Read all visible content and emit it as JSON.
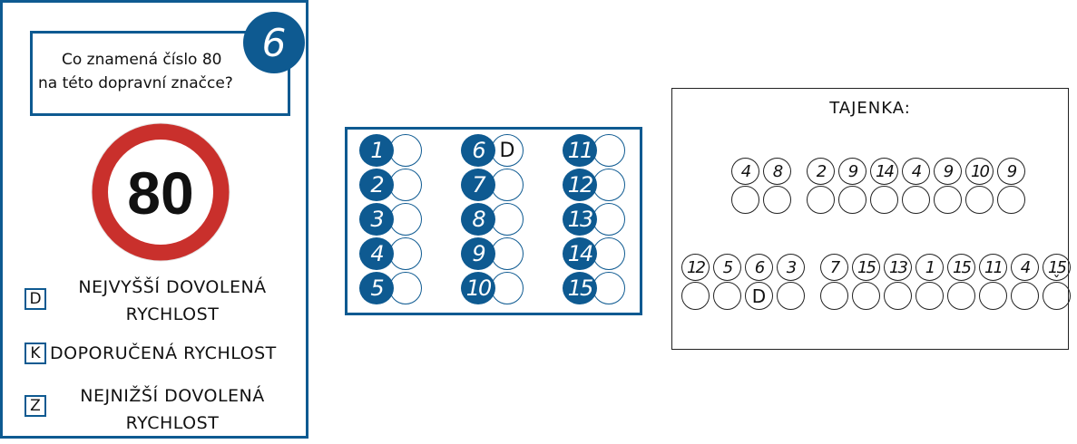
{
  "question": {
    "number": "6",
    "line1": "Co znamená číslo 80",
    "line2": "na této dopravní značce?"
  },
  "sign": {
    "value": "80",
    "ring_color": "#c9302c"
  },
  "options": [
    {
      "letter": "D",
      "text": "NEJVYŠŠÍ DOVOLENÁ RYCHLOST"
    },
    {
      "letter": "K",
      "text": "DOPORUČENÁ RYCHLOST"
    },
    {
      "letter": "Z",
      "text": "NEJNIŽŠÍ DOVOLENÁ RYCHLOST"
    }
  ],
  "answer_grid": {
    "columns": [
      [
        {
          "num": "1",
          "ans": ""
        },
        {
          "num": "2",
          "ans": ""
        },
        {
          "num": "3",
          "ans": ""
        },
        {
          "num": "4",
          "ans": ""
        },
        {
          "num": "5",
          "ans": ""
        }
      ],
      [
        {
          "num": "6",
          "ans": "D"
        },
        {
          "num": "7",
          "ans": ""
        },
        {
          "num": "8",
          "ans": ""
        },
        {
          "num": "9",
          "ans": ""
        },
        {
          "num": "10",
          "ans": ""
        }
      ],
      [
        {
          "num": "11",
          "ans": ""
        },
        {
          "num": "12",
          "ans": ""
        },
        {
          "num": "13",
          "ans": ""
        },
        {
          "num": "14",
          "ans": ""
        },
        {
          "num": "15",
          "ans": ""
        }
      ]
    ]
  },
  "tajenka": {
    "title": "TAJENKA:",
    "lines": [
      [
        [
          {
            "num": "4",
            "ans": "",
            "mark": ""
          },
          {
            "num": "8",
            "ans": "",
            "mark": ""
          }
        ],
        [
          {
            "num": "2",
            "ans": "",
            "mark": ""
          },
          {
            "num": "9",
            "ans": "",
            "mark": ""
          },
          {
            "num": "14",
            "ans": "",
            "mark": ""
          },
          {
            "num": "4",
            "ans": "",
            "mark": ""
          },
          {
            "num": "9",
            "ans": "",
            "mark": ""
          },
          {
            "num": "10",
            "ans": "",
            "mark": ""
          },
          {
            "num": "9",
            "ans": "",
            "mark": ""
          }
        ]
      ],
      [
        [
          {
            "num": "12",
            "ans": "",
            "mark": ""
          },
          {
            "num": "5",
            "ans": "",
            "mark": ""
          },
          {
            "num": "6",
            "ans": "D",
            "mark": ""
          },
          {
            "num": "3",
            "ans": "",
            "mark": ""
          }
        ],
        [
          {
            "num": "7",
            "ans": "",
            "mark": ""
          },
          {
            "num": "15",
            "ans": "",
            "mark": ""
          },
          {
            "num": "13",
            "ans": "",
            "mark": ""
          },
          {
            "num": "1",
            "ans": "",
            "mark": ""
          },
          {
            "num": "15",
            "ans": "",
            "mark": ""
          },
          {
            "num": "11",
            "ans": "",
            "mark": ""
          },
          {
            "num": "4",
            "ans": "",
            "mark": ""
          },
          {
            "num": "15",
            "ans": "",
            "mark": "ˇ"
          }
        ]
      ]
    ]
  },
  "colors": {
    "accent": "#0e5a91"
  }
}
